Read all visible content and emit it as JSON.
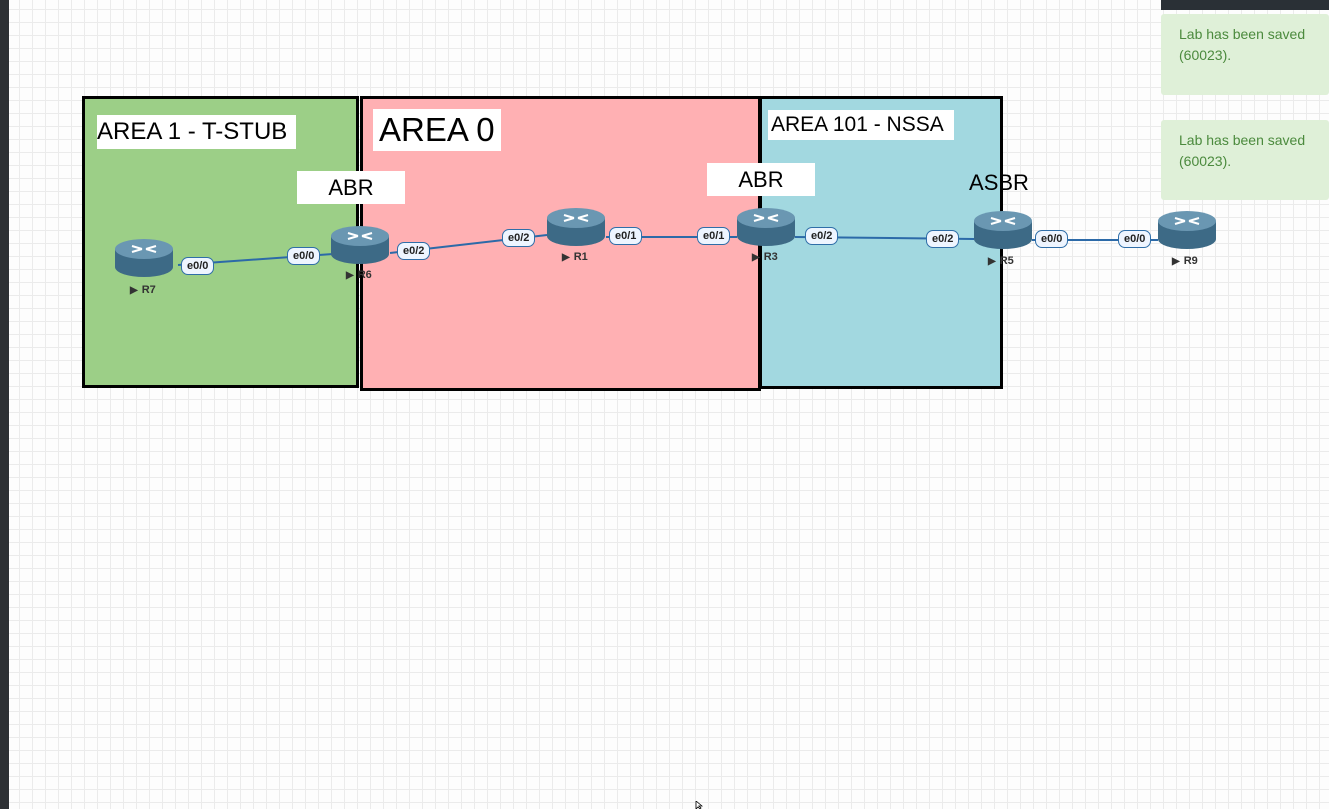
{
  "areas": {
    "area1": "AREA 1 - T-STUB",
    "area0": "AREA 0",
    "area101": "AREA 101 - NSSA"
  },
  "roles": {
    "abr_r6": "ABR",
    "abr_r3": "ABR",
    "asbr_r5": "ASBR"
  },
  "routers": {
    "r7": "R7",
    "r6": "R6",
    "r1": "R1",
    "r3": "R3",
    "r5": "R5",
    "r9": "R9"
  },
  "interfaces": {
    "r7_e00": "e0/0",
    "r6_e00": "e0/0",
    "r6_e02": "e0/2",
    "r1_e02": "e0/2",
    "r1_e01": "e0/1",
    "r3_e01": "e0/1",
    "r3_e02": "e0/2",
    "r5_e02": "e0/2",
    "r5_e00": "e0/0",
    "r9_e00": "e0/0"
  },
  "notifications": [
    {
      "line1": "Lab has been saved",
      "line2": "(60023)."
    },
    {
      "line1": "Lab has been saved",
      "line2": "(60023)."
    }
  ],
  "icons": {
    "router": "router-icon",
    "play": "play-icon",
    "cursor": "mouse-cursor-icon"
  },
  "colors": {
    "area1": "#9ccf87",
    "area0": "#ffb0b3",
    "area101": "#a2d8e0",
    "link": "#2c6aa8",
    "router_body": "#3d6a86",
    "toast_bg": "#dff0d8",
    "toast_text": "#4b8a3d"
  }
}
